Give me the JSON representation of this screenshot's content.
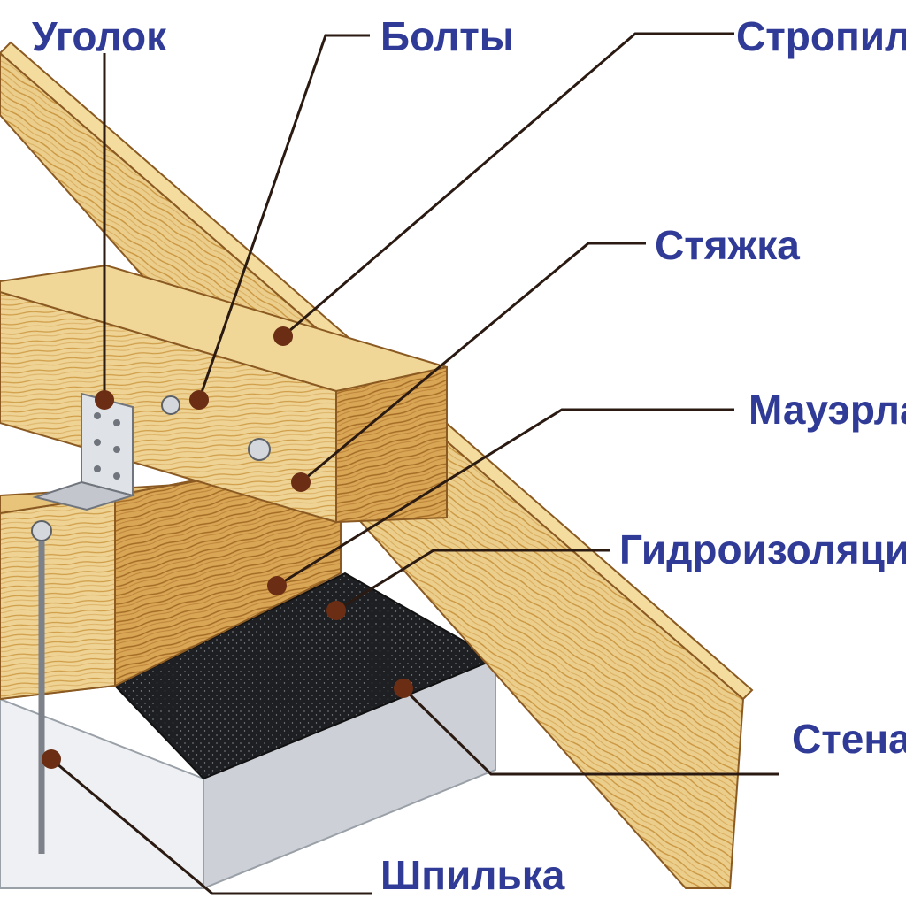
{
  "colors": {
    "label_text": "#2f3b96",
    "leader_line": "#2a1a12",
    "pin_dot": "#6b2e14",
    "wood_light": "#eccf8d",
    "wood_mid": "#d9ad5c",
    "wood_dark": "#b77f32",
    "wall_light": "#eef0f3",
    "wall_shade": "#c9ccd2",
    "waterproofing": "#1d1f22"
  },
  "labels": {
    "corner": "Уголок",
    "bolts": "Болты",
    "rafter": "Стропило",
    "tie": "Стяжка",
    "mauerlat": "Мауэрлат",
    "waterproofing": "Гидроизоляция",
    "wall": "Стена",
    "stud": "Шпилька"
  }
}
